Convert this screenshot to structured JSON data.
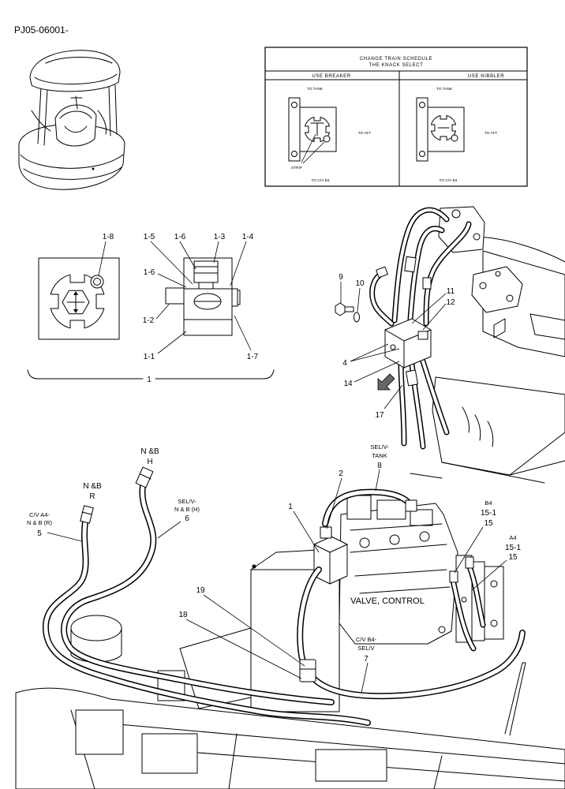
{
  "document": {
    "code": "PJ05-06001-"
  },
  "schedule": {
    "title_line1": "CHANGE TRAIN SCHEDULE",
    "title_line2": "THE KNACK SELECT",
    "breaker": {
      "heading": "USE BREAKER",
      "to_tank": "TO TANK",
      "to_att": "TO ATT",
      "strip": "STRIP",
      "to_cv": "TO C/V B4"
    },
    "nibbler": {
      "heading": "USE NIBBLER",
      "to_tank": "TO TANK",
      "to_att": "TO ATT",
      "to_cv": "TO C/V B4"
    }
  },
  "detail": {
    "c_1_8": "1-8",
    "c_1_5": "1-5",
    "c_1_6_top": "1-6",
    "c_1_3": "1-3",
    "c_1_4": "1-4",
    "c_1_6_side": "1-6",
    "c_1_2": "1-2",
    "c_1_1": "1-1",
    "c_1_7": "1-7",
    "assembly": "1"
  },
  "upper": {
    "c9": "9",
    "c10": "10",
    "c11": "11",
    "c12": "12",
    "c4": "4",
    "c14": "14",
    "c17": "17"
  },
  "lower": {
    "hose_h": {
      "line1": "N &B",
      "line2": "H"
    },
    "hose_r": {
      "line1": "N &B",
      "line2": "R"
    },
    "c5": {
      "line1": "C/V A4-",
      "line2": "N & B (R)",
      "num": "5"
    },
    "c6": {
      "line1": "SEL/V-",
      "line2": "N & B (H)",
      "num": "6"
    },
    "c8": {
      "line1": "SEL/V-",
      "line2": "TANK",
      "num": "8"
    },
    "c2": "2",
    "c1": "1",
    "c15_b4": {
      "line1": "B4",
      "line2": "15-1",
      "num": "15"
    },
    "c15_a4": {
      "line1": "A4",
      "line2": "15-1",
      "num": "15"
    },
    "c19": "19",
    "c18": "18",
    "valve_label": "VALVE, CONTROL",
    "c7": {
      "line1": "C/V B4-",
      "line2": "SEL/V",
      "num": "7"
    }
  }
}
